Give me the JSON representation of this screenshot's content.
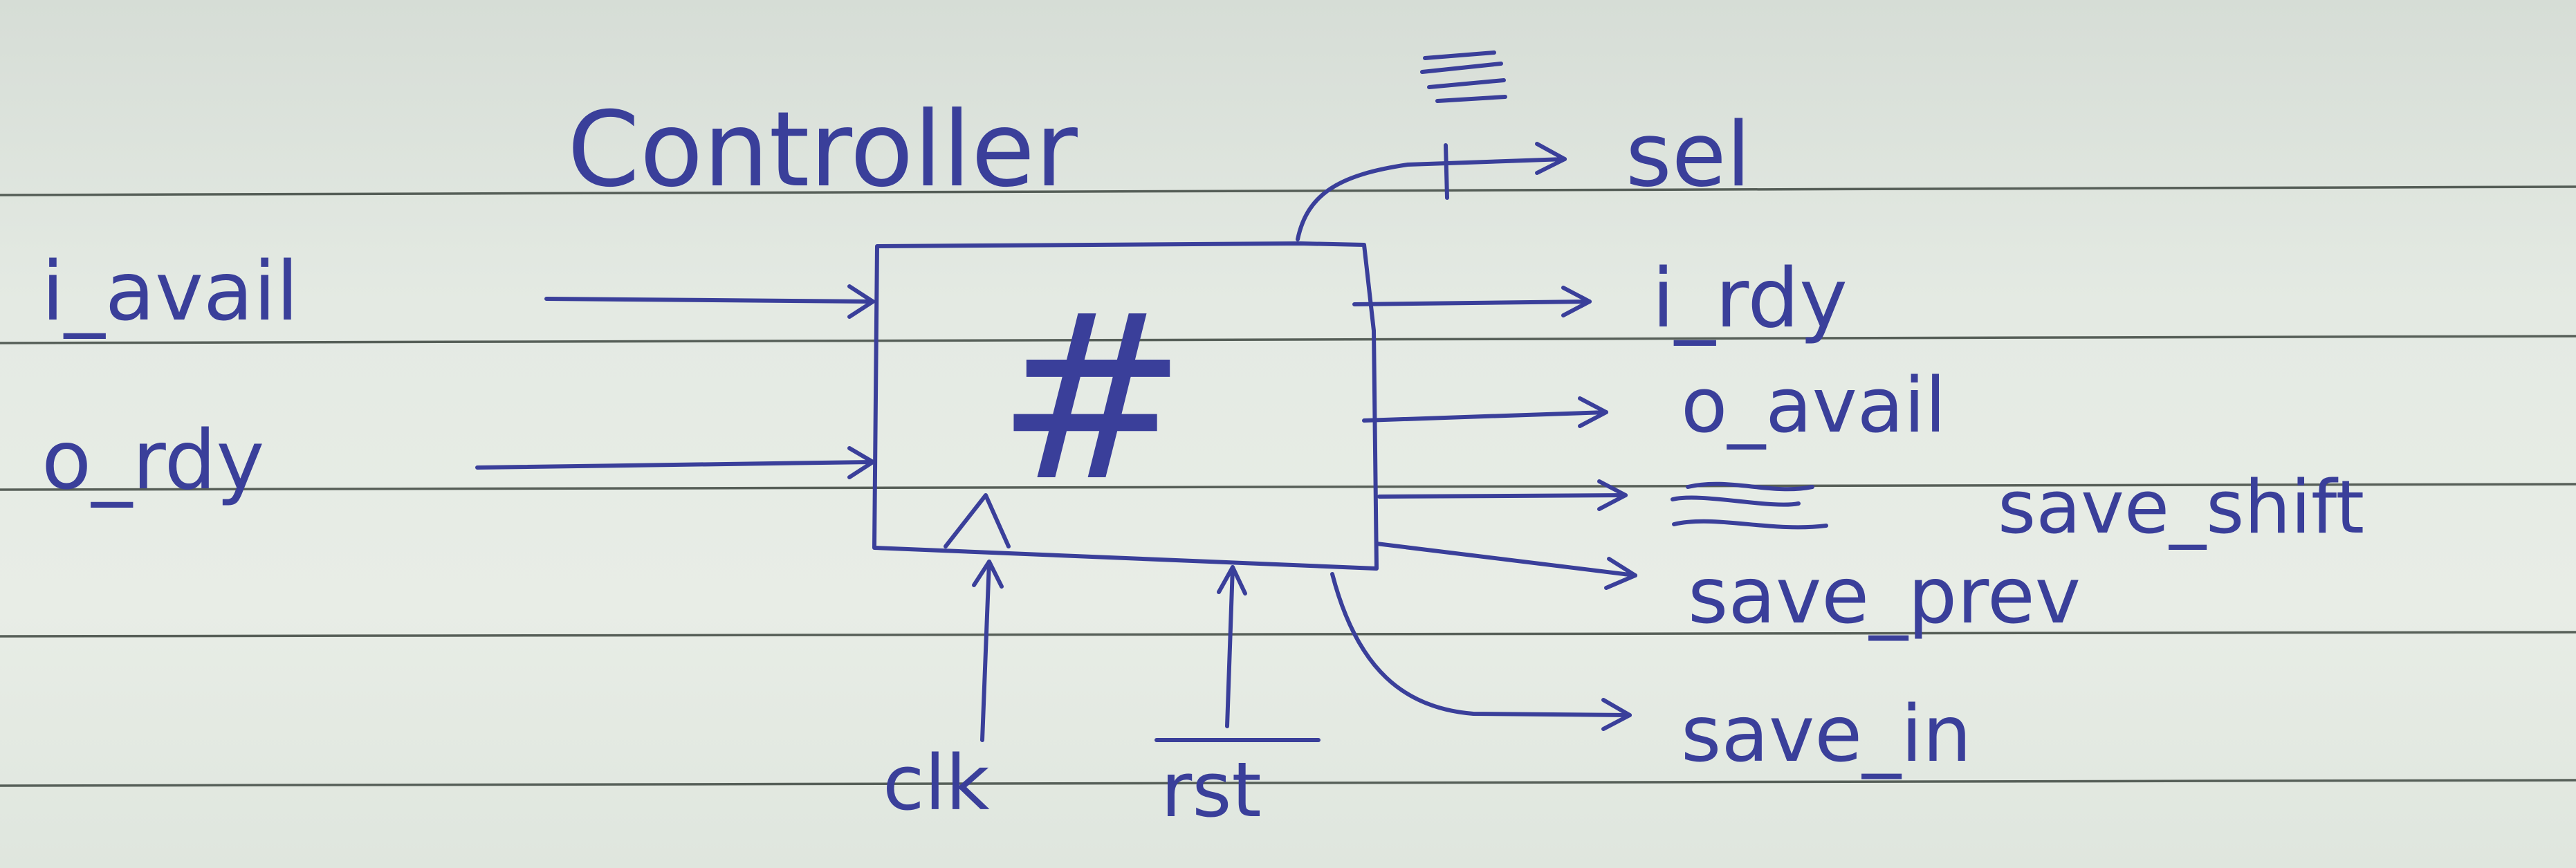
{
  "diagram": {
    "title": "Controller",
    "block_symbol": "#",
    "inputs": [
      "i_avail",
      "o_rdy"
    ],
    "outputs": [
      "sel",
      "i_rdy",
      "o_avail",
      "save_shift",
      "save_prev",
      "save_in"
    ],
    "bottom_inputs": [
      "clk",
      "rst"
    ]
  },
  "colors": {
    "ink": "#3a3f9a",
    "paper": "#e4eae3",
    "rules": "#3d4640"
  }
}
